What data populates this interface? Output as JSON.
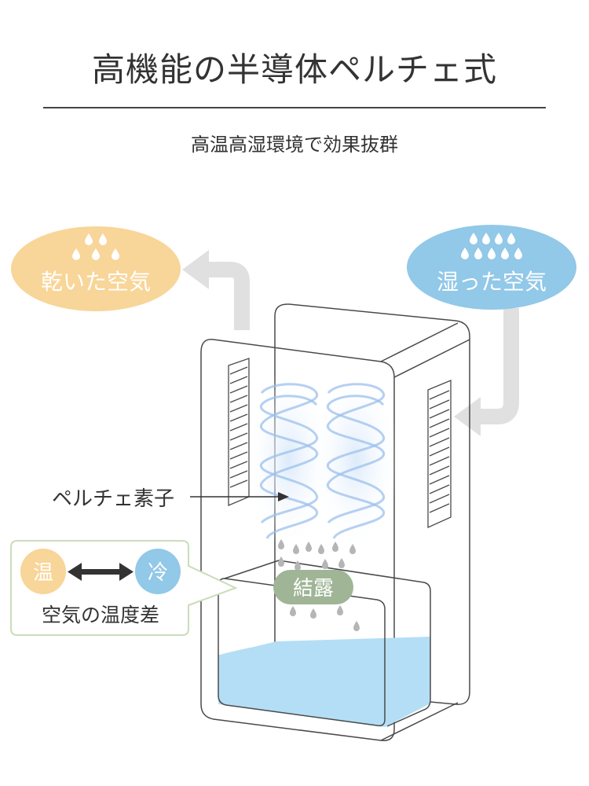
{
  "title": "高機能の半導体ペルチェ式",
  "subtitle": "高温高湿環境で効果抜群",
  "dry_air_label": "乾いた空気",
  "humid_air_label": "湿った空気",
  "peltier_label": "ペルチェ素子",
  "condensation_label": "結露",
  "warm_label": "温",
  "cold_label": "冷",
  "temp_diff_label": "空気の温度差",
  "colors": {
    "dry_air": "#f8d598",
    "humid_air": "#92c8e8",
    "condensation": "#9fb596",
    "water": "#b4def5",
    "arrow": "#e0e0e0",
    "callout_border": "#c9ddb9"
  }
}
